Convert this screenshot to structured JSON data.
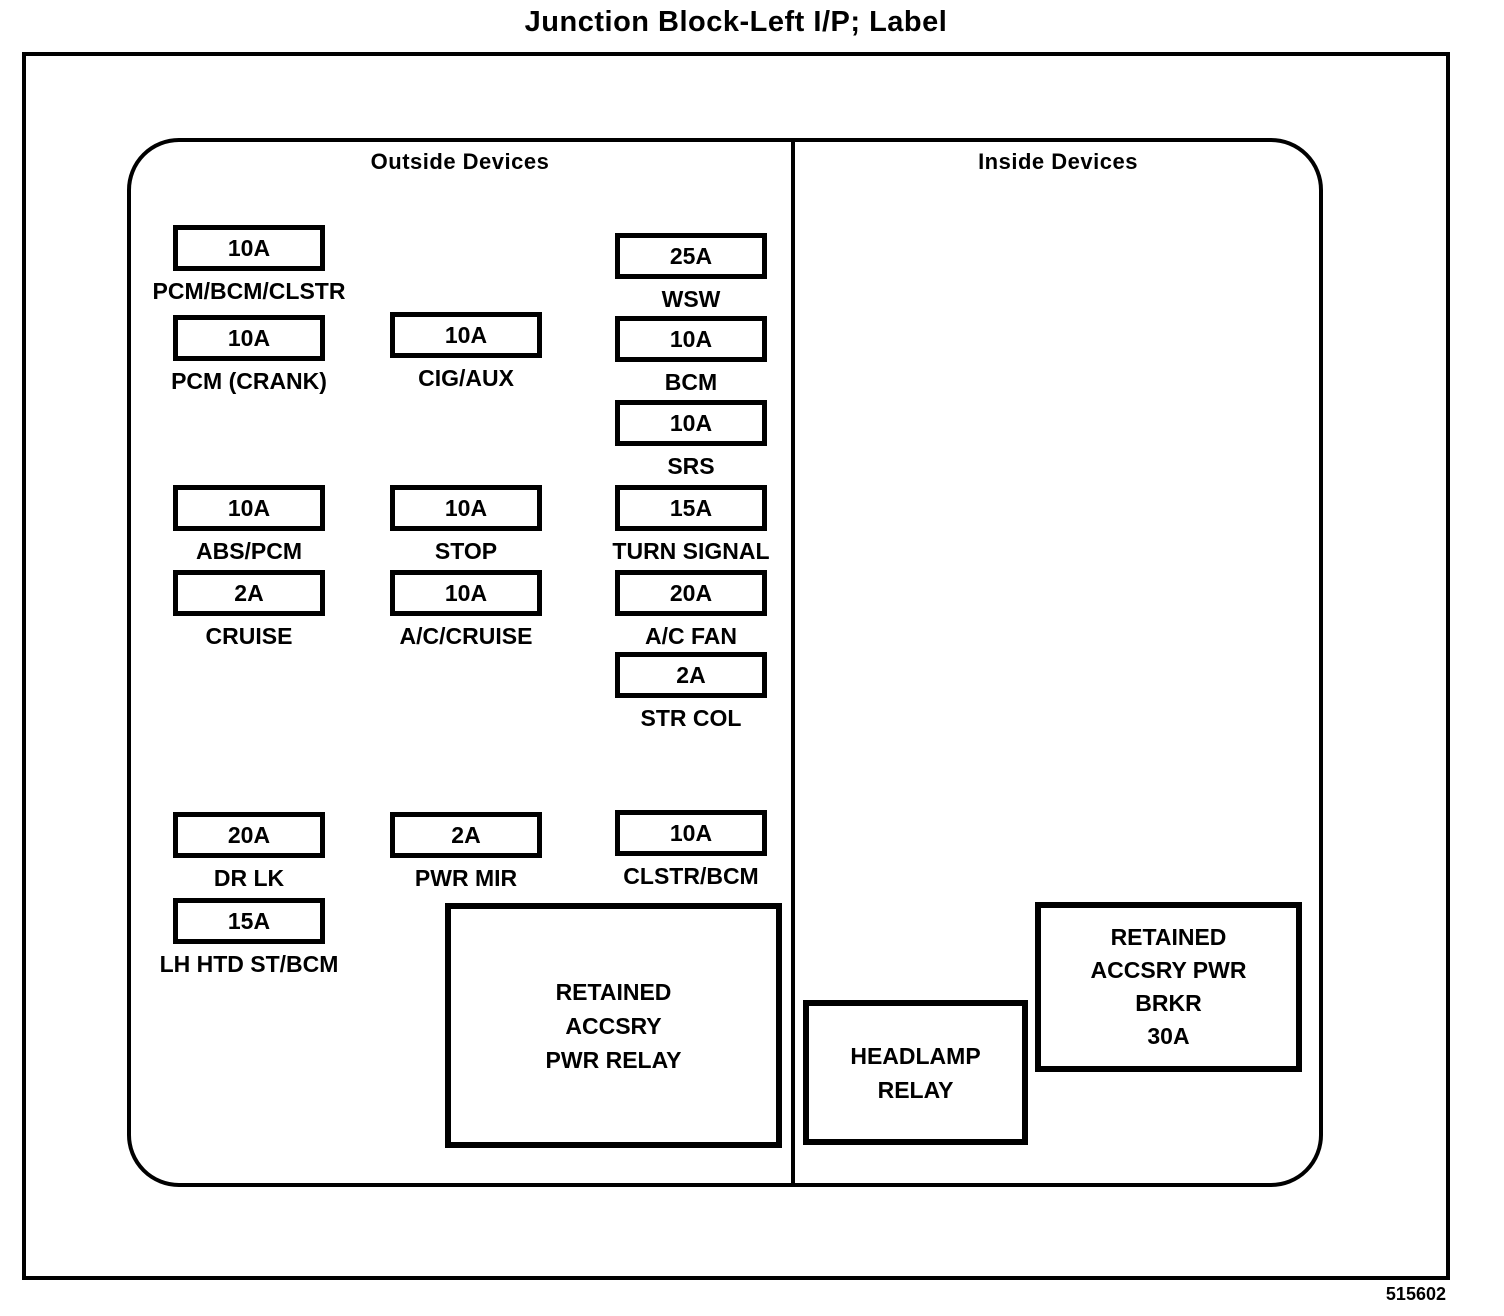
{
  "title": "Junction Block-Left I/P; Label",
  "figure_code": "515602",
  "colors": {
    "ink": "#000000",
    "paper": "#ffffff"
  },
  "sections": [
    {
      "label": "Outside Devices"
    },
    {
      "label": "Inside Devices"
    }
  ],
  "fuses": [
    {
      "amp": "10A",
      "label": "PCM/BCM/CLSTR"
    },
    {
      "amp": "10A",
      "label": "PCM (CRANK)"
    },
    {
      "amp": "10A",
      "label": "ABS/PCM"
    },
    {
      "amp": "2A",
      "label": "CRUISE"
    },
    {
      "amp": "20A",
      "label": "DR LK"
    },
    {
      "amp": "15A",
      "label": "LH HTD ST/BCM"
    },
    {
      "amp": "10A",
      "label": "CIG/AUX"
    },
    {
      "amp": "10A",
      "label": "STOP"
    },
    {
      "amp": "10A",
      "label": "A/C/CRUISE"
    },
    {
      "amp": "2A",
      "label": "PWR MIR"
    },
    {
      "amp": "25A",
      "label": "WSW"
    },
    {
      "amp": "10A",
      "label": "BCM"
    },
    {
      "amp": "10A",
      "label": "SRS"
    },
    {
      "amp": "15A",
      "label": "TURN SIGNAL"
    },
    {
      "amp": "20A",
      "label": "A/C FAN"
    },
    {
      "amp": "2A",
      "label": "STR COL"
    },
    {
      "amp": "10A",
      "label": "CLSTR/BCM"
    }
  ],
  "relays": [
    {
      "lines": [
        "RETAINED",
        "ACCSRY",
        "PWR RELAY"
      ]
    },
    {
      "lines": [
        "HEADLAMP",
        "RELAY"
      ]
    },
    {
      "lines": [
        "RETAINED",
        "ACCSRY PWR",
        "BRKR",
        "30A"
      ]
    }
  ]
}
